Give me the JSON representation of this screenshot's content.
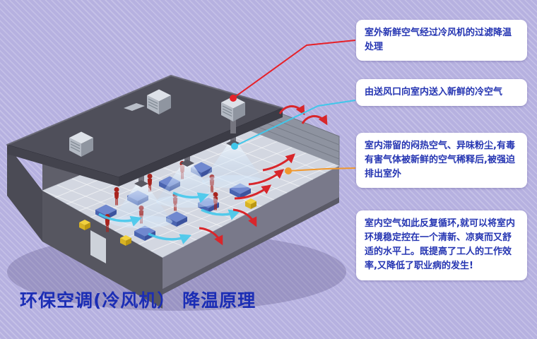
{
  "page": {
    "title": "环保空调(冷风机） 降温原理",
    "background_color": "#b6b1e0"
  },
  "callouts": [
    {
      "id": "callout-fresh-air",
      "text": "室外新鲜空气经过冷风机的过滤降温处理",
      "connector_color": "#e62129",
      "connector_name": "fresh-air-connector"
    },
    {
      "id": "callout-supply-air",
      "text": "由送风口向室内送入新鲜的冷空气",
      "connector_color": "#41c7ea",
      "connector_name": "supply-air-connector"
    },
    {
      "id": "callout-exhaust-air",
      "text": "室内滞留的闷热空气、异味粉尘,有毒有害气体被新鲜的空气稀释后,被强迫排出室外",
      "connector_color": "#f0982e",
      "connector_name": "exhaust-air-connector"
    },
    {
      "id": "callout-circulation",
      "text": "室内空气如此反复循环,就可以将室内环境稳定控在一个清新、凉爽而又舒适的水平上。既提高了工人的工作效率,又降低了职业病的发生!"
    }
  ],
  "colors": {
    "title_text": "#1b2db5",
    "callout_text": "#2535b2",
    "callout_background": "#ffffff",
    "fresh_air_accent": "#e62129",
    "supply_air_accent": "#41c7ea",
    "exhaust_air_accent": "#f0982e"
  },
  "illustration": {
    "name": "factory-evaporative-cooling-diagram"
  }
}
